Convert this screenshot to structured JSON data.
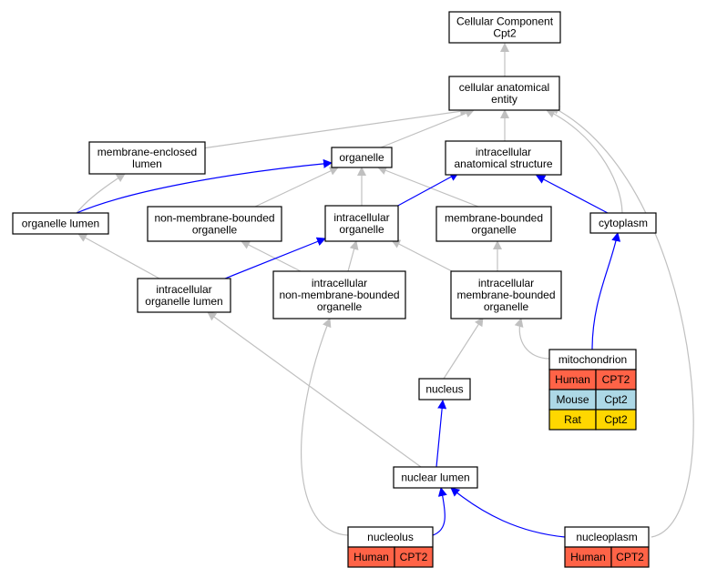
{
  "colors": {
    "is_a": "#c0c0c0",
    "part_of": "#0000ff",
    "Human": "#ff6347",
    "Mouse": "#add8e6",
    "Rat": "#ffd700"
  },
  "nodes": {
    "root": {
      "lines": [
        "Cellular Component",
        "Cpt2"
      ]
    },
    "cae": {
      "lines": [
        "cellular anatomical",
        "entity"
      ]
    },
    "mel": {
      "lines": [
        "membrane-enclosed",
        "lumen"
      ]
    },
    "organelle": {
      "lines": [
        "organelle"
      ]
    },
    "ias": {
      "lines": [
        "intracellular",
        "anatomical structure"
      ]
    },
    "olumen": {
      "lines": [
        "organelle lumen"
      ]
    },
    "nmbo": {
      "lines": [
        "non-membrane-bounded",
        "organelle"
      ]
    },
    "io": {
      "lines": [
        "intracellular",
        "organelle"
      ]
    },
    "mbo": {
      "lines": [
        "membrane-bounded",
        "organelle"
      ]
    },
    "cyto": {
      "lines": [
        "cytoplasm"
      ]
    },
    "iol": {
      "lines": [
        "intracellular",
        "organelle lumen"
      ]
    },
    "inmbo": {
      "lines": [
        "intracellular",
        "non-membrane-bounded",
        "organelle"
      ]
    },
    "imbo": {
      "lines": [
        "intracellular",
        "membrane-bounded",
        "organelle"
      ]
    },
    "nucleus": {
      "lines": [
        "nucleus"
      ]
    },
    "mito": {
      "lines": [
        "mitochondrion"
      ]
    },
    "nlumen": {
      "lines": [
        "nuclear lumen"
      ]
    },
    "nucleolus": {
      "lines": [
        "nucleolus"
      ]
    },
    "nucleoplasm": {
      "lines": [
        "nucleoplasm"
      ]
    }
  },
  "annotations": {
    "mito": [
      {
        "species": "Human",
        "gene": "CPT2"
      },
      {
        "species": "Mouse",
        "gene": "Cpt2"
      },
      {
        "species": "Rat",
        "gene": "Cpt2"
      }
    ],
    "nucleolus": [
      {
        "species": "Human",
        "gene": "CPT2"
      }
    ],
    "nucleoplasm": [
      {
        "species": "Human",
        "gene": "CPT2"
      }
    ]
  },
  "edges": [
    {
      "from": "cae",
      "to": "root",
      "type": "is_a"
    },
    {
      "from": "mel",
      "to": "cae",
      "type": "is_a"
    },
    {
      "from": "organelle",
      "to": "cae",
      "type": "is_a"
    },
    {
      "from": "ias",
      "to": "cae",
      "type": "is_a"
    },
    {
      "from": "cyto",
      "to": "cae",
      "type": "is_a"
    },
    {
      "from": "nucleoplasm",
      "to": "cae",
      "type": "is_a"
    },
    {
      "from": "olumen",
      "to": "mel",
      "type": "is_a"
    },
    {
      "from": "olumen",
      "to": "organelle",
      "type": "part_of"
    },
    {
      "from": "nmbo",
      "to": "organelle",
      "type": "is_a"
    },
    {
      "from": "io",
      "to": "organelle",
      "type": "is_a"
    },
    {
      "from": "mbo",
      "to": "organelle",
      "type": "is_a"
    },
    {
      "from": "io",
      "to": "ias",
      "type": "part_of"
    },
    {
      "from": "cyto",
      "to": "ias",
      "type": "part_of"
    },
    {
      "from": "iol",
      "to": "olumen",
      "type": "is_a"
    },
    {
      "from": "iol",
      "to": "io",
      "type": "part_of"
    },
    {
      "from": "inmbo",
      "to": "nmbo",
      "type": "is_a"
    },
    {
      "from": "inmbo",
      "to": "io",
      "type": "is_a"
    },
    {
      "from": "imbo",
      "to": "io",
      "type": "is_a"
    },
    {
      "from": "imbo",
      "to": "mbo",
      "type": "is_a"
    },
    {
      "from": "nucleus",
      "to": "imbo",
      "type": "is_a"
    },
    {
      "from": "mito",
      "to": "imbo",
      "type": "is_a"
    },
    {
      "from": "mito",
      "to": "cyto",
      "type": "part_of"
    },
    {
      "from": "nlumen",
      "to": "iol",
      "type": "is_a"
    },
    {
      "from": "nlumen",
      "to": "nucleus",
      "type": "part_of"
    },
    {
      "from": "nucleolus",
      "to": "inmbo",
      "type": "is_a"
    },
    {
      "from": "nucleolus",
      "to": "nlumen",
      "type": "part_of"
    },
    {
      "from": "nucleoplasm",
      "to": "nlumen",
      "type": "part_of"
    }
  ]
}
